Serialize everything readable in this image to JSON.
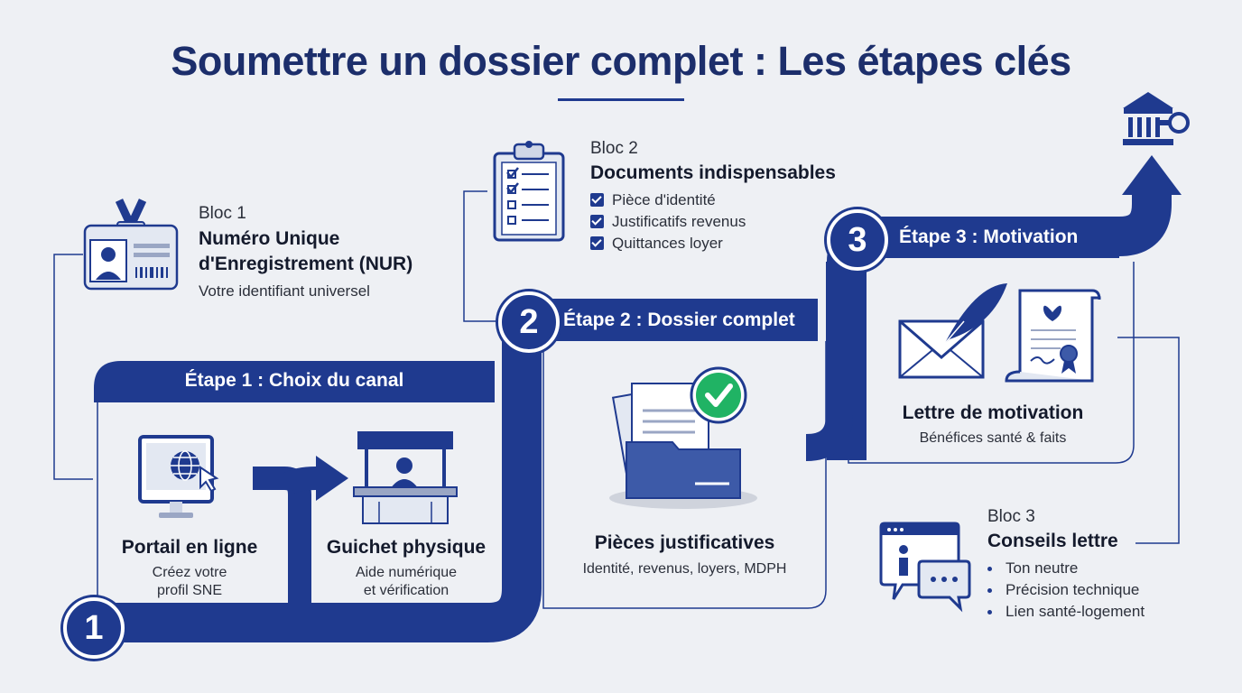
{
  "title": "Soumettre un dossier complet : Les étapes clés",
  "colors": {
    "primary": "#1f3a8f",
    "title": "#1c2e6b",
    "background": "#eef0f4",
    "success": "#20b364"
  },
  "bloc1": {
    "kicker": "Bloc 1",
    "heading_line1": "Numéro Unique",
    "heading_line2": "d'Enregistrement (NUR)",
    "subtitle": "Votre identifiant universel",
    "icon": "id-badge-icon"
  },
  "bloc2": {
    "kicker": "Bloc 2",
    "heading": "Documents indispensables",
    "items": [
      "Pièce d'identité",
      "Justificatifs revenus",
      "Quittances loyer"
    ],
    "icon": "clipboard-checklist-icon"
  },
  "bloc3": {
    "kicker": "Bloc 3",
    "heading": "Conseils lettre",
    "items": [
      "Ton neutre",
      "Précision technique",
      "Lien santé-logement"
    ],
    "icon": "info-chat-icon"
  },
  "steps": [
    {
      "number": "1",
      "band_label": "Étape 1 : Choix du canal",
      "cards": [
        {
          "title": "Portail en ligne",
          "subtitle_line1": "Créez votre",
          "subtitle_line2": "profil SNE",
          "icon": "computer-globe-icon"
        },
        {
          "title": "Guichet physique",
          "subtitle_line1": "Aide numérique",
          "subtitle_line2": "et vérification",
          "icon": "service-counter-icon"
        }
      ]
    },
    {
      "number": "2",
      "band_label": "Étape 2 : Dossier complet",
      "cards": [
        {
          "title": "Pièces justificatives",
          "subtitle_line1": "Identité, revenus, loyers, MDPH",
          "icon": "folder-check-icon"
        }
      ]
    },
    {
      "number": "3",
      "band_label": "Étape 3 : Motivation",
      "cards": [
        {
          "title": "Lettre de motivation",
          "subtitle_line1": "Bénéfices santé & faits",
          "icon": "letter-quill-icon"
        }
      ]
    }
  ],
  "goal_icon": "bank-key-icon"
}
